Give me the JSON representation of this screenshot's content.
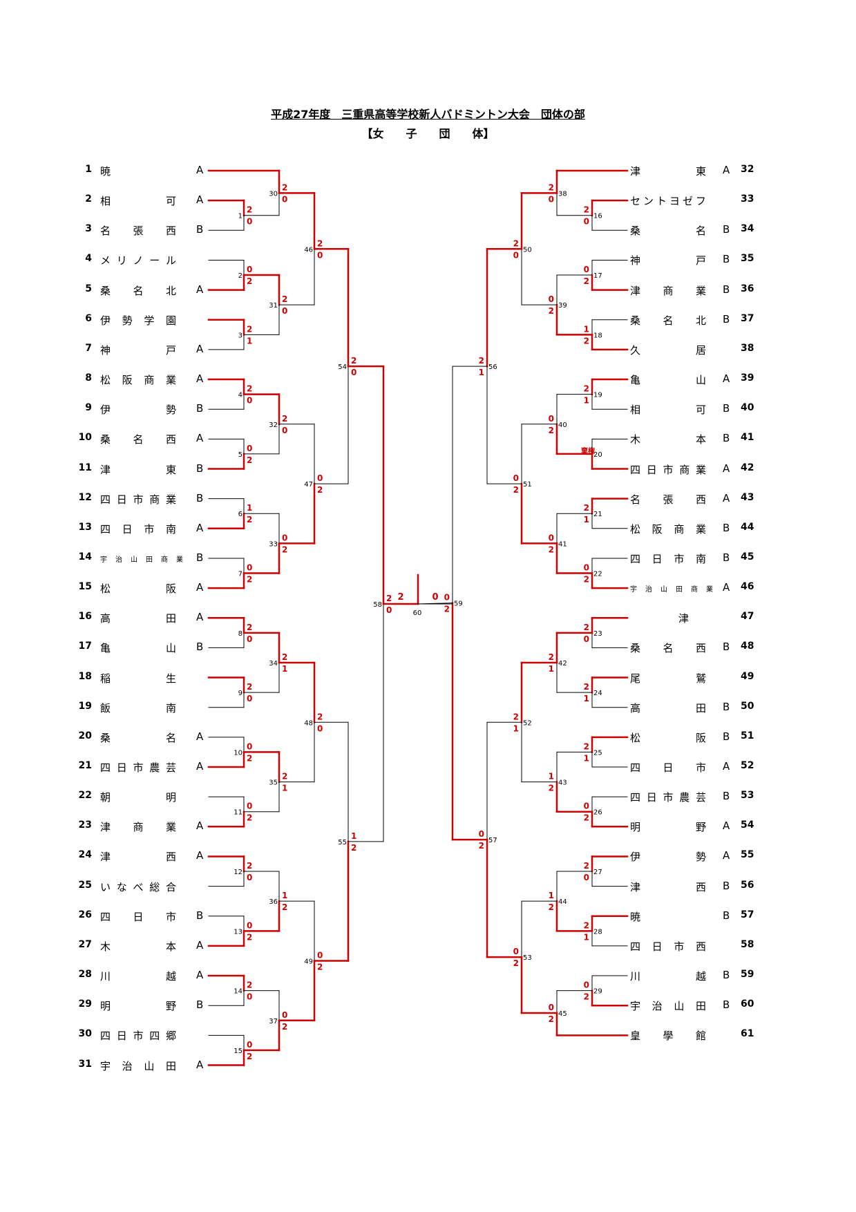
{
  "title": "平成27年度　三重県高等学校新人バドミントン大会　団体の部",
  "subtitle": "【女　　子　　団　　体】",
  "colors": {
    "win": "#cc0000",
    "line": "#000000"
  },
  "chart_data": {
    "type": "bracket",
    "left_entries": [
      {
        "no": "1",
        "name": "暁",
        "suffix": "A"
      },
      {
        "no": "2",
        "name": "相可",
        "suffix": "A"
      },
      {
        "no": "3",
        "name": "名張西",
        "suffix": "B"
      },
      {
        "no": "4",
        "name": "メリノール",
        "suffix": ""
      },
      {
        "no": "5",
        "name": "桑名北",
        "suffix": "A"
      },
      {
        "no": "6",
        "name": "伊勢学園",
        "suffix": ""
      },
      {
        "no": "7",
        "name": "神戸",
        "suffix": "A"
      },
      {
        "no": "8",
        "name": "松阪商業",
        "suffix": "A"
      },
      {
        "no": "9",
        "name": "伊勢",
        "suffix": "B"
      },
      {
        "no": "10",
        "name": "桑名西",
        "suffix": "A"
      },
      {
        "no": "11",
        "name": "津東",
        "suffix": "B"
      },
      {
        "no": "12",
        "name": "四日市商業",
        "suffix": "B"
      },
      {
        "no": "13",
        "name": "四日市南",
        "suffix": "A"
      },
      {
        "no": "14",
        "name": "宇治山田商業",
        "suffix": "B",
        "small": true
      },
      {
        "no": "15",
        "name": "松阪",
        "suffix": "A"
      },
      {
        "no": "16",
        "name": "高田",
        "suffix": "A"
      },
      {
        "no": "17",
        "name": "亀山",
        "suffix": "B"
      },
      {
        "no": "18",
        "name": "稲生",
        "suffix": ""
      },
      {
        "no": "19",
        "name": "飯南",
        "suffix": ""
      },
      {
        "no": "20",
        "name": "桑名",
        "suffix": "A"
      },
      {
        "no": "21",
        "name": "四日市農芸",
        "suffix": "A"
      },
      {
        "no": "22",
        "name": "朝明",
        "suffix": ""
      },
      {
        "no": "23",
        "name": "津商業",
        "suffix": "A"
      },
      {
        "no": "24",
        "name": "津西",
        "suffix": "A"
      },
      {
        "no": "25",
        "name": "いなべ総合",
        "suffix": ""
      },
      {
        "no": "26",
        "name": "四日市",
        "suffix": "B"
      },
      {
        "no": "27",
        "name": "木本",
        "suffix": "A"
      },
      {
        "no": "28",
        "name": "川越",
        "suffix": "A"
      },
      {
        "no": "29",
        "name": "明野",
        "suffix": "B"
      },
      {
        "no": "30",
        "name": "四日市四郷",
        "suffix": ""
      },
      {
        "no": "31",
        "name": "宇治山田",
        "suffix": "A"
      }
    ],
    "right_entries": [
      {
        "no": "32",
        "name": "津東",
        "suffix": "A"
      },
      {
        "no": "33",
        "name": "セントヨゼフ",
        "suffix": ""
      },
      {
        "no": "34",
        "name": "桑名",
        "suffix": "B"
      },
      {
        "no": "35",
        "name": "神戸",
        "suffix": "B"
      },
      {
        "no": "36",
        "name": "津商業",
        "suffix": "B"
      },
      {
        "no": "37",
        "name": "桑名北",
        "suffix": "B"
      },
      {
        "no": "38",
        "name": "久居",
        "suffix": ""
      },
      {
        "no": "39",
        "name": "亀山",
        "suffix": "A"
      },
      {
        "no": "40",
        "name": "相可",
        "suffix": "B"
      },
      {
        "no": "41",
        "name": "木本",
        "suffix": "B"
      },
      {
        "no": "42",
        "name": "四日市商業",
        "suffix": "A"
      },
      {
        "no": "43",
        "name": "名張西",
        "suffix": "A"
      },
      {
        "no": "44",
        "name": "松阪商業",
        "suffix": "B"
      },
      {
        "no": "45",
        "name": "四日市南",
        "suffix": "B"
      },
      {
        "no": "46",
        "name": "宇治山田商業",
        "suffix": "A",
        "small": true
      },
      {
        "no": "47",
        "name": "津",
        "suffix": "",
        "center": true
      },
      {
        "no": "48",
        "name": "桑名西",
        "suffix": "B"
      },
      {
        "no": "49",
        "name": "尾鷲",
        "suffix": ""
      },
      {
        "no": "50",
        "name": "高田",
        "suffix": "B"
      },
      {
        "no": "51",
        "name": "松阪",
        "suffix": "B"
      },
      {
        "no": "52",
        "name": "四日市",
        "suffix": "A"
      },
      {
        "no": "53",
        "name": "四日市農芸",
        "suffix": "B"
      },
      {
        "no": "54",
        "name": "明野",
        "suffix": "A"
      },
      {
        "no": "55",
        "name": "伊勢",
        "suffix": "A"
      },
      {
        "no": "56",
        "name": "津西",
        "suffix": "B"
      },
      {
        "no": "57",
        "name": "暁",
        "suffix": "B"
      },
      {
        "no": "58",
        "name": "四日市西",
        "suffix": ""
      },
      {
        "no": "59",
        "name": "川越",
        "suffix": "B"
      },
      {
        "no": "60",
        "name": "宇治山田",
        "suffix": "B"
      },
      {
        "no": "61",
        "name": "皇學館",
        "suffix": ""
      }
    ],
    "left_matches": [
      {
        "id": "1",
        "top": "2",
        "bottom": "3",
        "st": "2",
        "sb": "0",
        "w": "top",
        "ft": "2",
        "fb": "3",
        "lvl": 1
      },
      {
        "id": "2",
        "top": "4",
        "bottom": "5",
        "st": "0",
        "sb": "2",
        "w": "bottom",
        "ft": "4",
        "fb": "5",
        "lvl": 1
      },
      {
        "id": "3",
        "top": "6",
        "bottom": "7",
        "st": "2",
        "sb": "1",
        "w": "top",
        "ft": "6",
        "fb": "7",
        "lvl": 1
      },
      {
        "id": "4",
        "top": "8",
        "bottom": "9",
        "st": "2",
        "sb": "0",
        "w": "top",
        "ft": "8",
        "fb": "9",
        "lvl": 1
      },
      {
        "id": "5",
        "top": "10",
        "bottom": "11",
        "st": "0",
        "sb": "2",
        "w": "bottom",
        "ft": "10",
        "fb": "11",
        "lvl": 1
      },
      {
        "id": "6",
        "top": "12",
        "bottom": "13",
        "st": "1",
        "sb": "2",
        "w": "bottom",
        "ft": "12",
        "fb": "13",
        "lvl": 1
      },
      {
        "id": "7",
        "top": "14",
        "bottom": "15",
        "st": "0",
        "sb": "2",
        "w": "bottom",
        "ft": "14",
        "fb": "15",
        "lvl": 1
      },
      {
        "id": "8",
        "top": "16",
        "bottom": "17",
        "st": "2",
        "sb": "0",
        "w": "top",
        "ft": "16",
        "fb": "17",
        "lvl": 1
      },
      {
        "id": "9",
        "top": "18",
        "bottom": "19",
        "st": "2",
        "sb": "0",
        "w": "top",
        "ft": "18",
        "fb": "19",
        "lvl": 1
      },
      {
        "id": "10",
        "top": "20",
        "bottom": "21",
        "st": "0",
        "sb": "2",
        "w": "bottom",
        "ft": "20",
        "fb": "21",
        "lvl": 1
      },
      {
        "id": "11",
        "top": "22",
        "bottom": "23",
        "st": "0",
        "sb": "2",
        "w": "bottom",
        "ft": "22",
        "fb": "23",
        "lvl": 1
      },
      {
        "id": "12",
        "top": "24",
        "bottom": "25",
        "st": "2",
        "sb": "0",
        "w": "top",
        "ft": "24",
        "fb": "25",
        "lvl": 1
      },
      {
        "id": "13",
        "top": "26",
        "bottom": "27",
        "st": "0",
        "sb": "2",
        "w": "bottom",
        "ft": "26",
        "fb": "27",
        "lvl": 1
      },
      {
        "id": "14",
        "top": "28",
        "bottom": "29",
        "st": "2",
        "sb": "0",
        "w": "top",
        "ft": "28",
        "fb": "29",
        "lvl": 1
      },
      {
        "id": "15",
        "top": "30",
        "bottom": "31",
        "st": "0",
        "sb": "2",
        "w": "bottom",
        "ft": "30",
        "fb": "31",
        "lvl": 1
      },
      {
        "id": "30",
        "top": "e1",
        "bottom": "m1",
        "st": "2",
        "sb": "0",
        "w": "top",
        "ft": "1",
        "fb": "2.5",
        "lvl": 2
      },
      {
        "id": "31",
        "top": "m2",
        "bottom": "m3",
        "st": "2",
        "sb": "0",
        "w": "top",
        "ft": "4.5",
        "fb": "6.5",
        "lvl": 2
      },
      {
        "id": "32",
        "top": "m4",
        "bottom": "m5",
        "st": "2",
        "sb": "0",
        "w": "top",
        "ft": "8.5",
        "fb": "10.5",
        "lvl": 2
      },
      {
        "id": "33",
        "top": "m6",
        "bottom": "m7",
        "st": "0",
        "sb": "2",
        "w": "bottom",
        "ft": "12.5",
        "fb": "14.5",
        "lvl": 2
      },
      {
        "id": "34",
        "top": "m8",
        "bottom": "m9",
        "st": "2",
        "sb": "1",
        "w": "top",
        "ft": "16.5",
        "fb": "18.5",
        "lvl": 2
      },
      {
        "id": "35",
        "top": "m10",
        "bottom": "m11",
        "st": "2",
        "sb": "1",
        "w": "top",
        "ft": "20.5",
        "fb": "22.5",
        "lvl": 2
      },
      {
        "id": "36",
        "top": "m12",
        "bottom": "m13",
        "st": "1",
        "sb": "2",
        "w": "bottom",
        "ft": "24.5",
        "fb": "26.5",
        "lvl": 2
      },
      {
        "id": "37",
        "top": "m14",
        "bottom": "m15",
        "st": "0",
        "sb": "2",
        "w": "bottom",
        "ft": "28.5",
        "fb": "30.5",
        "lvl": 2
      },
      {
        "id": "46",
        "top": "m30",
        "bottom": "m31",
        "st": "2",
        "sb": "0",
        "w": "top",
        "ft": "1.75",
        "fb": "5.5",
        "lvl": 3
      },
      {
        "id": "47",
        "top": "m32",
        "bottom": "m33",
        "st": "0",
        "sb": "2",
        "w": "bottom",
        "ft": "9.5",
        "fb": "13.5",
        "lvl": 3
      },
      {
        "id": "48",
        "top": "m34",
        "bottom": "m35",
        "st": "2",
        "sb": "0",
        "w": "top",
        "ft": "17.5",
        "fb": "21.5",
        "lvl": 3
      },
      {
        "id": "49",
        "top": "m36",
        "bottom": "m37",
        "st": "0",
        "sb": "2",
        "w": "bottom",
        "ft": "25.5",
        "fb": "29.5",
        "lvl": 3
      },
      {
        "id": "54",
        "top": "m46",
        "bottom": "m47",
        "st": "2",
        "sb": "0",
        "w": "top",
        "ft": "3.625",
        "fb": "11.5",
        "lvl": 4
      },
      {
        "id": "55",
        "top": "m48",
        "bottom": "m49",
        "st": "1",
        "sb": "2",
        "w": "bottom",
        "ft": "19.5",
        "fb": "27.5",
        "lvl": 4
      },
      {
        "id": "58",
        "top": "m54",
        "bottom": "m55",
        "st": "2",
        "sb": "0",
        "w": "top",
        "ft": "7.5625",
        "fb": "23.5",
        "lvl": 5
      }
    ],
    "right_matches": [
      {
        "id": "16",
        "top": "33",
        "bottom": "34",
        "st": "2",
        "sb": "0",
        "w": "top",
        "ft": "2",
        "fb": "3",
        "lvl": 1
      },
      {
        "id": "17",
        "top": "35",
        "bottom": "36",
        "st": "0",
        "sb": "2",
        "w": "bottom",
        "ft": "4",
        "fb": "5",
        "lvl": 1
      },
      {
        "id": "18",
        "top": "37",
        "bottom": "38",
        "st": "1",
        "sb": "2",
        "w": "bottom",
        "ft": "6",
        "fb": "7",
        "lvl": 1
      },
      {
        "id": "19",
        "top": "39",
        "bottom": "40",
        "st": "2",
        "sb": "1",
        "w": "top",
        "ft": "8",
        "fb": "9",
        "lvl": 1
      },
      {
        "id": "20",
        "top": "41",
        "bottom": "42",
        "st": "棄権",
        "sb": "",
        "w": "bottom",
        "ft": "10",
        "fb": "11",
        "lvl": 1
      },
      {
        "id": "21",
        "top": "43",
        "bottom": "44",
        "st": "2",
        "sb": "1",
        "w": "top",
        "ft": "12",
        "fb": "13",
        "lvl": 1
      },
      {
        "id": "22",
        "top": "45",
        "bottom": "46",
        "st": "0",
        "sb": "2",
        "w": "bottom",
        "ft": "14",
        "fb": "15",
        "lvl": 1
      },
      {
        "id": "23",
        "top": "47",
        "bottom": "48",
        "st": "2",
        "sb": "0",
        "w": "top",
        "ft": "16",
        "fb": "17",
        "lvl": 1
      },
      {
        "id": "24",
        "top": "49",
        "bottom": "50",
        "st": "2",
        "sb": "1",
        "w": "top",
        "ft": "18",
        "fb": "19",
        "lvl": 1
      },
      {
        "id": "25",
        "top": "51",
        "bottom": "52",
        "st": "2",
        "sb": "1",
        "w": "top",
        "ft": "20",
        "fb": "21",
        "lvl": 1
      },
      {
        "id": "26",
        "top": "53",
        "bottom": "54",
        "st": "0",
        "sb": "2",
        "w": "bottom",
        "ft": "22",
        "fb": "23",
        "lvl": 1
      },
      {
        "id": "27",
        "top": "55",
        "bottom": "56",
        "st": "2",
        "sb": "0",
        "w": "top",
        "ft": "24",
        "fb": "25",
        "lvl": 1
      },
      {
        "id": "28",
        "top": "57",
        "bottom": "58",
        "st": "2",
        "sb": "1",
        "w": "top",
        "ft": "26",
        "fb": "27",
        "lvl": 1
      },
      {
        "id": "29",
        "top": "59",
        "bottom": "60",
        "st": "0",
        "sb": "2",
        "w": "bottom",
        "ft": "28",
        "fb": "29",
        "lvl": 1
      },
      {
        "id": "38",
        "top": "e32",
        "bottom": "m16",
        "st": "2",
        "sb": "0",
        "w": "top",
        "ft": "1",
        "fb": "2.5",
        "lvl": 2
      },
      {
        "id": "39",
        "top": "m17",
        "bottom": "m18",
        "st": "0",
        "sb": "2",
        "w": "bottom",
        "ft": "4.5",
        "fb": "6.5",
        "lvl": 2
      },
      {
        "id": "40",
        "top": "m19",
        "bottom": "m20",
        "st": "0",
        "sb": "2",
        "w": "bottom",
        "ft": "8.5",
        "fb": "10.5",
        "lvl": 2
      },
      {
        "id": "41",
        "top": "m21",
        "bottom": "m22",
        "st": "0",
        "sb": "2",
        "w": "bottom",
        "ft": "12.5",
        "fb": "14.5",
        "lvl": 2
      },
      {
        "id": "42",
        "top": "m23",
        "bottom": "m24",
        "st": "2",
        "sb": "1",
        "w": "top",
        "ft": "16.5",
        "fb": "18.5",
        "lvl": 2
      },
      {
        "id": "43",
        "top": "m25",
        "bottom": "m26",
        "st": "1",
        "sb": "2",
        "w": "bottom",
        "ft": "20.5",
        "fb": "22.5",
        "lvl": 2
      },
      {
        "id": "44",
        "top": "m27",
        "bottom": "m28",
        "st": "1",
        "sb": "2",
        "w": "bottom",
        "ft": "24.5",
        "fb": "26.5",
        "lvl": 2
      },
      {
        "id": "45",
        "top": "m29",
        "bottom": "e61",
        "st": "0",
        "sb": "2",
        "w": "bottom",
        "ft": "28.5",
        "fb": "30",
        "lvl": 2
      },
      {
        "id": "50",
        "top": "m38",
        "bottom": "m39",
        "st": "2",
        "sb": "0",
        "w": "top",
        "ft": "1.75",
        "fb": "5.5",
        "lvl": 3
      },
      {
        "id": "51",
        "top": "m40",
        "bottom": "m41",
        "st": "0",
        "sb": "2",
        "w": "bottom",
        "ft": "9.5",
        "fb": "13.5",
        "lvl": 3
      },
      {
        "id": "52",
        "top": "m42",
        "bottom": "m43",
        "st": "2",
        "sb": "1",
        "w": "top",
        "ft": "17.5",
        "fb": "21.5",
        "lvl": 3
      },
      {
        "id": "53",
        "top": "m44",
        "bottom": "m45",
        "st": "0",
        "sb": "2",
        "w": "bottom",
        "ft": "25.5",
        "fb": "29.25",
        "lvl": 3
      },
      {
        "id": "56",
        "top": "m50",
        "bottom": "m51",
        "st": "2",
        "sb": "1",
        "w": "top",
        "ft": "3.625",
        "fb": "11.5",
        "lvl": 4
      },
      {
        "id": "57",
        "top": "m52",
        "bottom": "m53",
        "st": "0",
        "sb": "2",
        "w": "bottom",
        "ft": "19.5",
        "fb": "27.375",
        "lvl": 4
      },
      {
        "id": "59",
        "top": "m56",
        "bottom": "m57",
        "st": "0",
        "sb": "2",
        "w": "bottom",
        "ft": "7.5625",
        "fb": "23.4375",
        "lvl": 5
      }
    ],
    "final": {
      "id": "60",
      "left_score": "2",
      "right_score": "0",
      "winner": "left"
    }
  }
}
